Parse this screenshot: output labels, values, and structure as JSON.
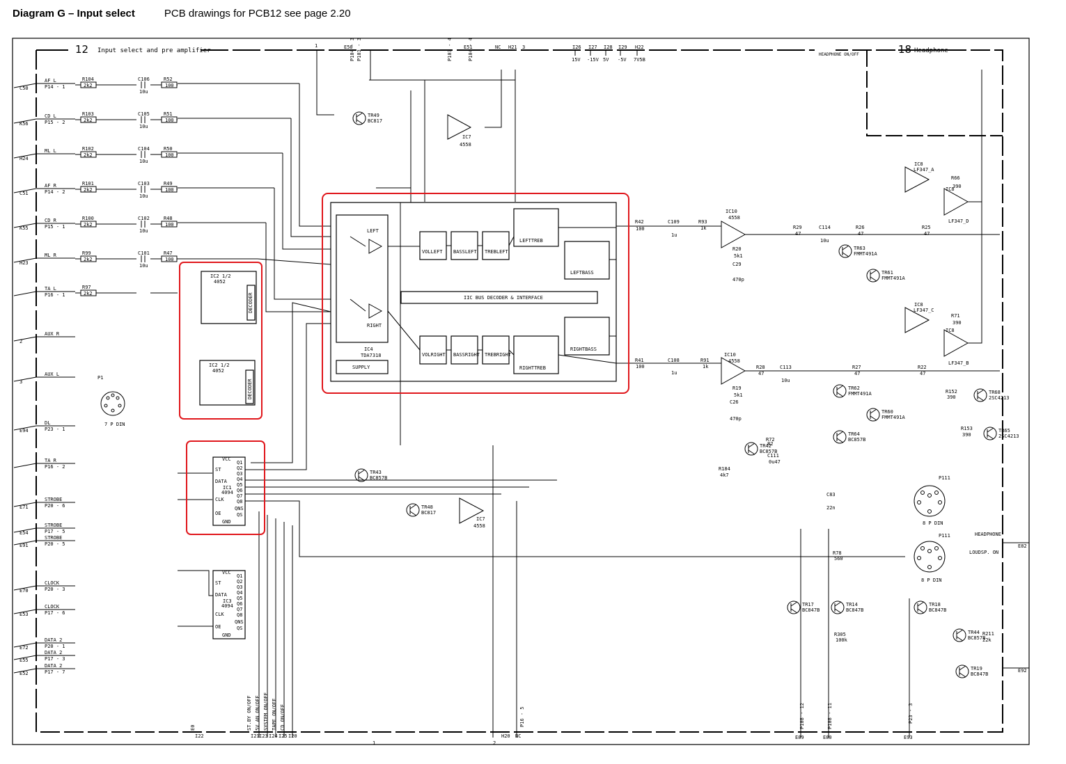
{
  "header": {
    "title": "Diagram G – Input select",
    "subtitle": "PCB drawings for PCB12 see page 2.20"
  },
  "sections": {
    "left_number": "12",
    "left_title": "Input select and pre amplifier",
    "right_number": "18",
    "right_title": "Headphone",
    "headphone_onoff": "HEADPHONE ON/OFF"
  },
  "inputs": [
    {
      "ref": "C50",
      "signal": "AF L",
      "pin": "P14 - 1"
    },
    {
      "ref": "K56",
      "signal": "CD L",
      "pin": "P15 - 2"
    },
    {
      "ref": "H24",
      "signal": "ML L",
      "pin": ""
    },
    {
      "ref": "C51",
      "signal": "AF R",
      "pin": "P14 - 2"
    },
    {
      "ref": "K55",
      "signal": "CD R",
      "pin": "P15 - 1"
    },
    {
      "ref": "H23",
      "signal": "ML R",
      "pin": ""
    },
    {
      "ref": "",
      "signal": "TA L",
      "pin": "P16 - 1"
    },
    {
      "ref": "2",
      "signal": "AUX R",
      "pin": ""
    },
    {
      "ref": "3",
      "signal": "AUX L",
      "pin": ""
    },
    {
      "ref": "E94",
      "signal": "DL",
      "pin": "P23 - 1"
    },
    {
      "ref": "",
      "signal": "TA R",
      "pin": "P16 - 2"
    },
    {
      "ref": "E71",
      "signal": "STROBE",
      "pin": "P20 - 6"
    },
    {
      "ref": "E54",
      "signal": "STROBE",
      "pin": "P17 - 5"
    },
    {
      "ref": "E91",
      "signal": "STROBE",
      "pin": "P20 - 5"
    },
    {
      "ref": "E70",
      "signal": "CLOCK",
      "pin": "P20 - 3"
    },
    {
      "ref": "E53",
      "signal": "CLOCK",
      "pin": "P17 - 6"
    },
    {
      "ref": "E72",
      "signal": "DATA 2",
      "pin": "P20 - 1"
    },
    {
      "ref": "E55",
      "signal": "DATA 2",
      "pin": "P17 - 3"
    },
    {
      "ref": "E52",
      "signal": "DATA 2",
      "pin": "P17 - 7"
    }
  ],
  "input_resistors": [
    {
      "r": "R104",
      "v": "2k2",
      "c": "C106",
      "cv": "10u",
      "rr": "R52",
      "rv": "100"
    },
    {
      "r": "R103",
      "v": "2k2",
      "c": "C105",
      "cv": "10u",
      "rr": "R51",
      "rv": "100"
    },
    {
      "r": "R102",
      "v": "2k2",
      "c": "C104",
      "cv": "10u",
      "rr": "R50",
      "rv": "100"
    },
    {
      "r": "R101",
      "v": "2k2",
      "c": "C103",
      "cv": "10u",
      "rr": "R49",
      "rv": "100"
    },
    {
      "r": "R100",
      "v": "2k2",
      "c": "C102",
      "cv": "10u",
      "rr": "R48",
      "rv": "100"
    },
    {
      "r": "R99",
      "v": "2k2",
      "c": "C101",
      "cv": "10u",
      "rr": "R47",
      "rv": "100"
    },
    {
      "r": "R97",
      "v": "2k2",
      "c": "",
      "cv": "",
      "rr": "",
      "rv": ""
    }
  ],
  "top_rail_labels": [
    "1",
    "E50",
    "P104 - 3",
    "P103 - 3",
    "P103 - 4",
    "E51",
    "P104 - 4",
    "NC",
    "H21",
    "3",
    "I26",
    "I27",
    "I28",
    "I29",
    "H22"
  ],
  "supply_labels": [
    "15V",
    "-15V",
    "5V",
    "-5V",
    "7V5B"
  ],
  "ic4": {
    "ref": "IC4",
    "part": "TDA7318",
    "left": "LEFT",
    "right": "RIGHT",
    "bus": "IIC BUS DECODER & INTERFACE",
    "supply": "SUPPLY",
    "blocks": [
      "VOLLEFT",
      "BASSLEFT",
      "TREBLEFT",
      "LEFTTREB",
      "LEFTBASS",
      "VOLRIGHT",
      "BASSRIGHT",
      "TREBRIGHT",
      "RIGHTTREB",
      "RIGHTBASS"
    ]
  },
  "ic2a": {
    "ref": "IC2 1/2",
    "part": "4052",
    "decoder": "DECODER"
  },
  "ic2b": {
    "ref": "IC2 1/2",
    "part": "4052",
    "decoder": "DECODER"
  },
  "ic1": {
    "ref": "IC1",
    "part": "4094",
    "pins": [
      "VCC",
      "ST",
      "DATA",
      "CLK",
      "OE",
      "GND",
      "Q1",
      "Q2",
      "Q3",
      "Q4",
      "Q5",
      "Q6",
      "Q7",
      "Q8",
      "QNS",
      "QS"
    ]
  },
  "ic3": {
    "ref": "IC3",
    "part": "4094",
    "pins": [
      "VCC",
      "ST",
      "DATA",
      "CLK",
      "OE",
      "GND",
      "Q1",
      "Q2",
      "Q3",
      "Q4",
      "Q5",
      "Q6",
      "Q7",
      "Q8",
      "QNS",
      "QS"
    ]
  },
  "opamps": [
    {
      "ref": "IC7",
      "part": "4558"
    },
    {
      "ref": "IC10",
      "part": "4558"
    },
    {
      "ref": "IC10",
      "part": "4558"
    },
    {
      "ref": "IC7",
      "part": "4558"
    },
    {
      "ref": "IC8",
      "part": "LF347_A"
    },
    {
      "ref": "IC8",
      "part": "LF347_D"
    },
    {
      "ref": "IC8",
      "part": "LF347_C"
    },
    {
      "ref": "IC8",
      "part": "LF347_B"
    }
  ],
  "transistors": [
    {
      "ref": "TR49",
      "part": "BC817"
    },
    {
      "ref": "TR63",
      "part": "FMMT491A"
    },
    {
      "ref": "TR61",
      "part": "FMMT491A"
    },
    {
      "ref": "TR62",
      "part": "FMMT491A"
    },
    {
      "ref": "TR60",
      "part": "FMMT491A"
    },
    {
      "ref": "TR68",
      "part": "2SC4213"
    },
    {
      "ref": "TR65",
      "part": "2SC4213"
    },
    {
      "ref": "TR64",
      "part": "BC857B"
    },
    {
      "ref": "TR42",
      "part": "BC857B"
    },
    {
      "ref": "TR43",
      "part": "BC857B"
    },
    {
      "ref": "TR48",
      "part": "BC817"
    },
    {
      "ref": "TR17",
      "part": "BC847B"
    },
    {
      "ref": "TR14",
      "part": "BC847B"
    },
    {
      "ref": "TR18",
      "part": "BC847B"
    },
    {
      "ref": "TR44",
      "part": "BC857B"
    },
    {
      "ref": "TR19",
      "part": "BC847B"
    }
  ],
  "right_side": {
    "headphone": "HEADPHONE",
    "loudsp": "LOUDSP. ON",
    "p111": "P111",
    "pin8": "8 P DIN",
    "e82": "E82",
    "e92": "E92"
  },
  "bottom_labels": [
    "E0",
    "I22",
    "ST.BY ON/OFF",
    "5V AN ON/OFF",
    "SYSTEM ON/OFF",
    "TAPE ON/OFF",
    "CD ON/OFF",
    "I21",
    "I23",
    "I24",
    "I25",
    "I20",
    "1",
    "2",
    "H20",
    "NC",
    "P16 - 5",
    "E89",
    "P108 - 12",
    "E80",
    "P108 - 11",
    "E93",
    "P23 - 3"
  ],
  "din7": {
    "ref": "P1",
    "label": "7 P DIN"
  }
}
